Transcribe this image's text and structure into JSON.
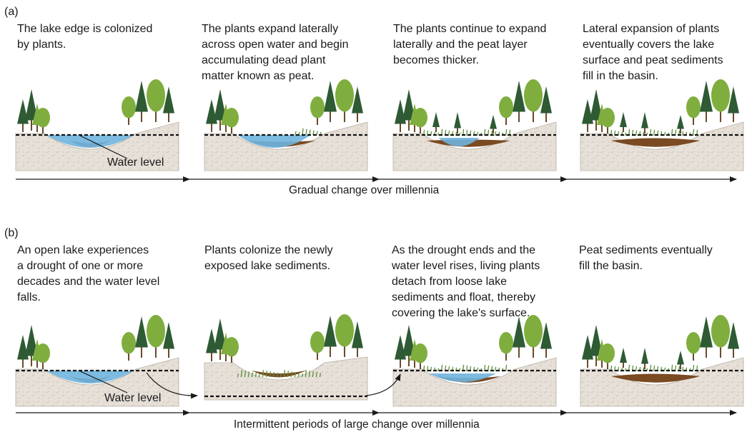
{
  "row_a": {
    "label": "(a)",
    "captions": [
      "The lake edge is colonized\nby plants.",
      "The plants expand laterally\nacross open water and begin\naccumulating dead plant\nmatter known as peat.",
      "The plants continue to expand\nlaterally and the peat layer\nbecomes thicker.",
      "Lateral expansion of plants\neventually covers the lake\nsurface and peat sediments\nfill in the basin."
    ],
    "water_level_label": "Water level",
    "timeline_label": "Gradual change over millennia"
  },
  "row_b": {
    "label": "(b)",
    "captions": [
      "An open lake experiences\na drought of one or more\ndecades and the water level\nfalls.",
      "Plants colonize the newly\nexposed lake sediments.",
      "As the drought ends and the\nwater level rises, living plants\ndetach from loose lake\nsediments and float, thereby\ncovering the lake's surface.",
      "Peat sediments eventually\nfill the basin."
    ],
    "water_level_label": "Water level",
    "timeline_label": "Intermittent periods of large change over millennia"
  },
  "colors": {
    "ground": "#e7e1d9",
    "water": "#6fb4de",
    "peat": "#7a4a22",
    "plants": "#5c8f3a",
    "tree_dark": "#2e5a34",
    "tree_light": "#7fae3e"
  }
}
